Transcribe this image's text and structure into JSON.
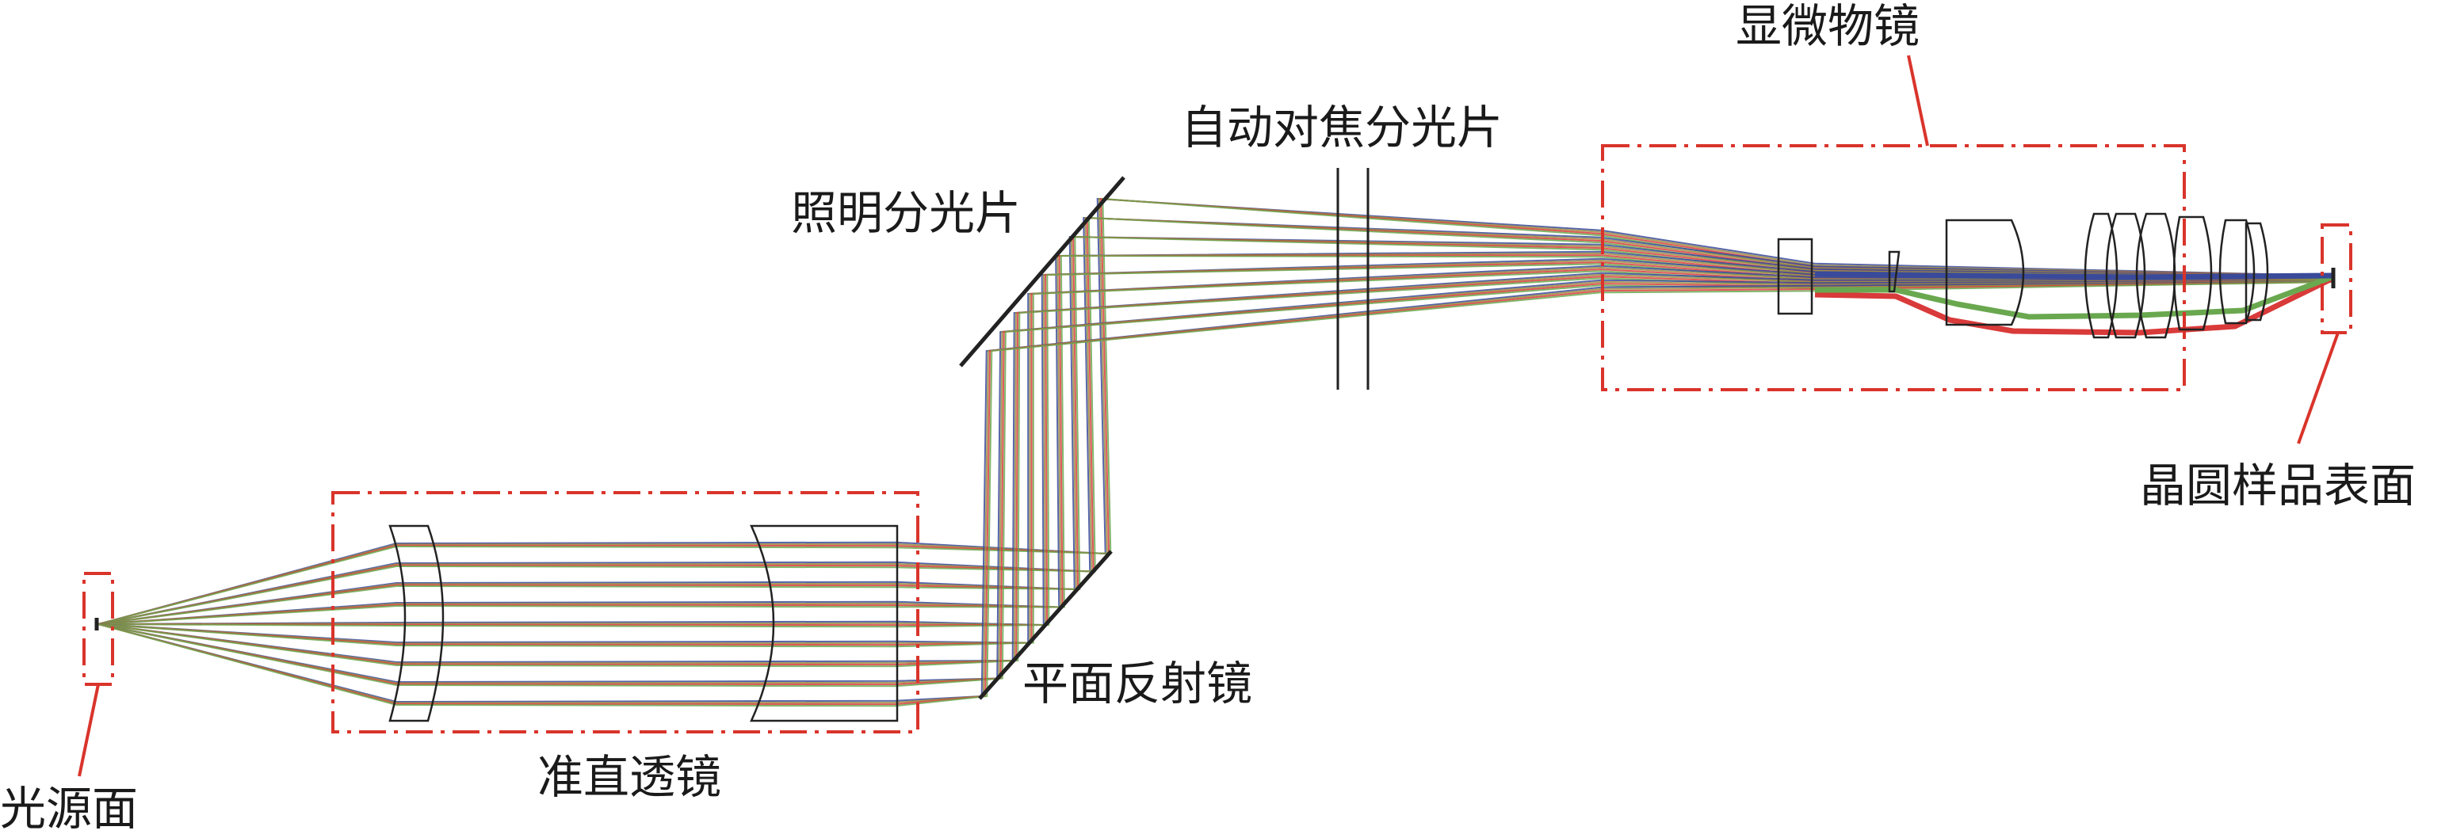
{
  "labels": {
    "light_source_plane": "光源面",
    "collimating_lens": "准直透镜",
    "plane_mirror": "平面反射镜",
    "illumination_beamsplitter": "照明分光片",
    "autofocus_beamsplitter": "自动对焦分光片",
    "microscope_objective": "显微物镜",
    "wafer_sample_surface": "晶圆样品表面"
  },
  "colors": {
    "ray_blue": "#3a4a9a",
    "ray_red": "#d93a3a",
    "ray_green": "#6aa84f",
    "ray_olive": "#9a8a40",
    "frame_red": "#d9342b",
    "lens_outline": "#222222"
  }
}
